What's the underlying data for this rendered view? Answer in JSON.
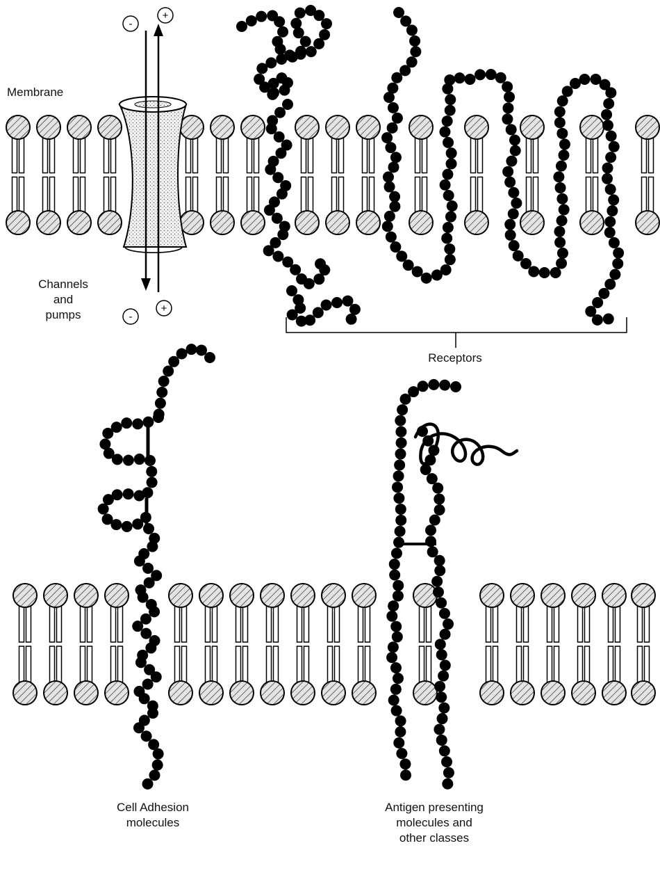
{
  "labels": {
    "membrane": "Membrane",
    "channels": [
      "Channels",
      "and",
      "pumps"
    ],
    "receptors": "Receptors",
    "adhesion": [
      "Cell Adhesion",
      "molecules"
    ],
    "antigen": [
      "Antigen  presenting",
      "molecules and",
      "other classes"
    ]
  },
  "charges": {
    "minus": "-",
    "plus": "+"
  },
  "colors": {
    "ink": "#000000",
    "head_fill": "#d6d6d6",
    "channel_fill": "#ececec",
    "background": "#ffffff"
  }
}
